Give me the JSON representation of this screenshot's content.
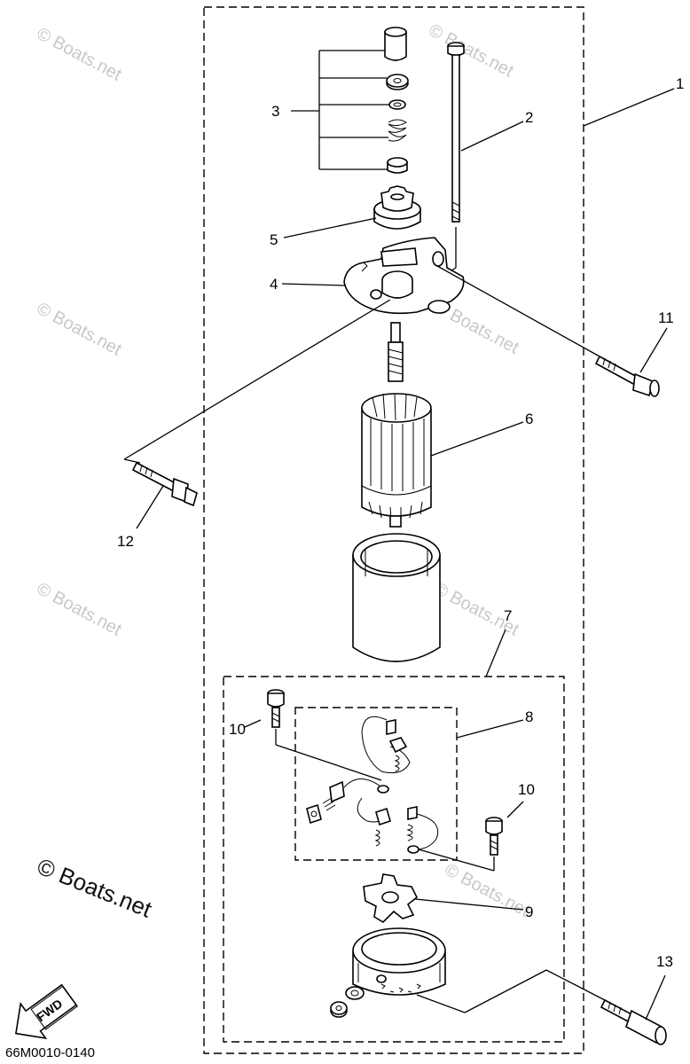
{
  "callouts": {
    "c1": "1",
    "c2": "2",
    "c3": "3",
    "c4": "4",
    "c5": "5",
    "c6": "6",
    "c7": "7",
    "c8": "8",
    "c9": "9",
    "c10a": "10",
    "c10b": "10",
    "c11": "11",
    "c12": "12",
    "c13": "13"
  },
  "watermark": {
    "text": "© Boats.net",
    "big_text": "© Boats.net"
  },
  "fwd_label": "FWD",
  "diagram_code": "66M0010-0140"
}
